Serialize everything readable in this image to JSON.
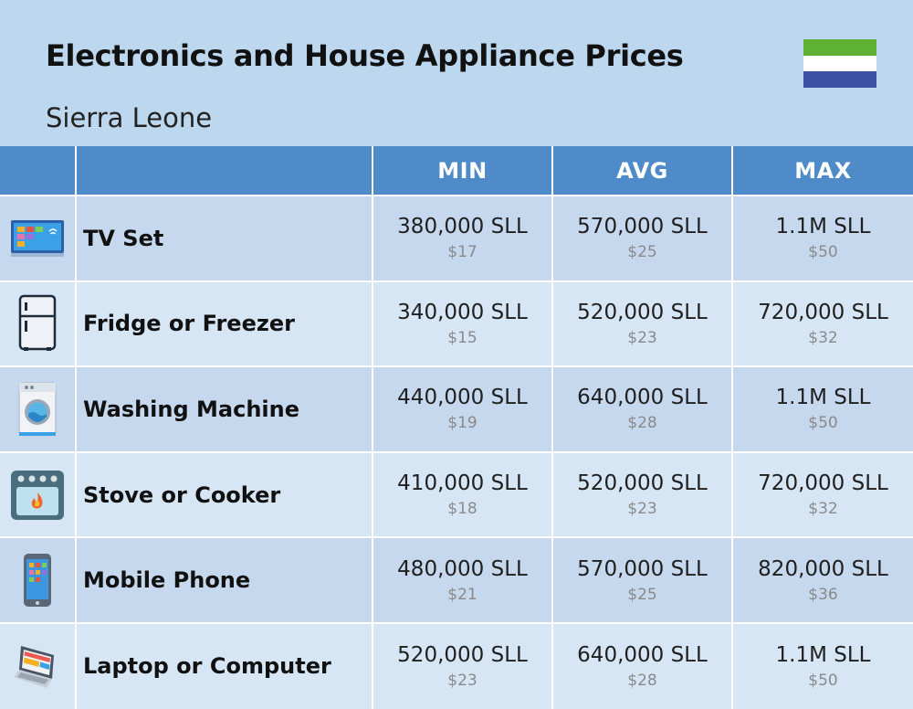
{
  "title": "Electronics and House Appliance Prices",
  "subtitle": "Sierra Leone",
  "flag": {
    "colors": [
      "#5eb134",
      "#ffffff",
      "#3f51a5"
    ]
  },
  "header": {
    "blank1": "",
    "blank2": "",
    "min": "MIN",
    "avg": "AVG",
    "max": "MAX"
  },
  "chart_data": {
    "type": "table",
    "columns": [
      "MIN",
      "AVG",
      "MAX"
    ],
    "rows": [
      {
        "item": "TV Set",
        "icon": "tv-icon",
        "min": "380,000 SLL",
        "min_usd": "$17",
        "avg": "570,000 SLL",
        "avg_usd": "$25",
        "max": "1.1M SLL",
        "max_usd": "$50"
      },
      {
        "item": "Fridge or Freezer",
        "icon": "fridge-icon",
        "min": "340,000 SLL",
        "min_usd": "$15",
        "avg": "520,000 SLL",
        "avg_usd": "$23",
        "max": "720,000 SLL",
        "max_usd": "$32"
      },
      {
        "item": "Washing Machine",
        "icon": "washing-machine-icon",
        "min": "440,000 SLL",
        "min_usd": "$19",
        "avg": "640,000 SLL",
        "avg_usd": "$28",
        "max": "1.1M SLL",
        "max_usd": "$50"
      },
      {
        "item": "Stove or Cooker",
        "icon": "stove-icon",
        "min": "410,000 SLL",
        "min_usd": "$18",
        "avg": "520,000 SLL",
        "avg_usd": "$23",
        "max": "720,000 SLL",
        "max_usd": "$32"
      },
      {
        "item": "Mobile Phone",
        "icon": "mobile-phone-icon",
        "min": "480,000 SLL",
        "min_usd": "$21",
        "avg": "570,000 SLL",
        "avg_usd": "$25",
        "max": "820,000 SLL",
        "max_usd": "$36"
      },
      {
        "item": "Laptop or Computer",
        "icon": "laptop-icon",
        "min": "520,000 SLL",
        "min_usd": "$23",
        "avg": "640,000 SLL",
        "avg_usd": "$28",
        "max": "1.1M SLL",
        "max_usd": "$50"
      }
    ]
  }
}
